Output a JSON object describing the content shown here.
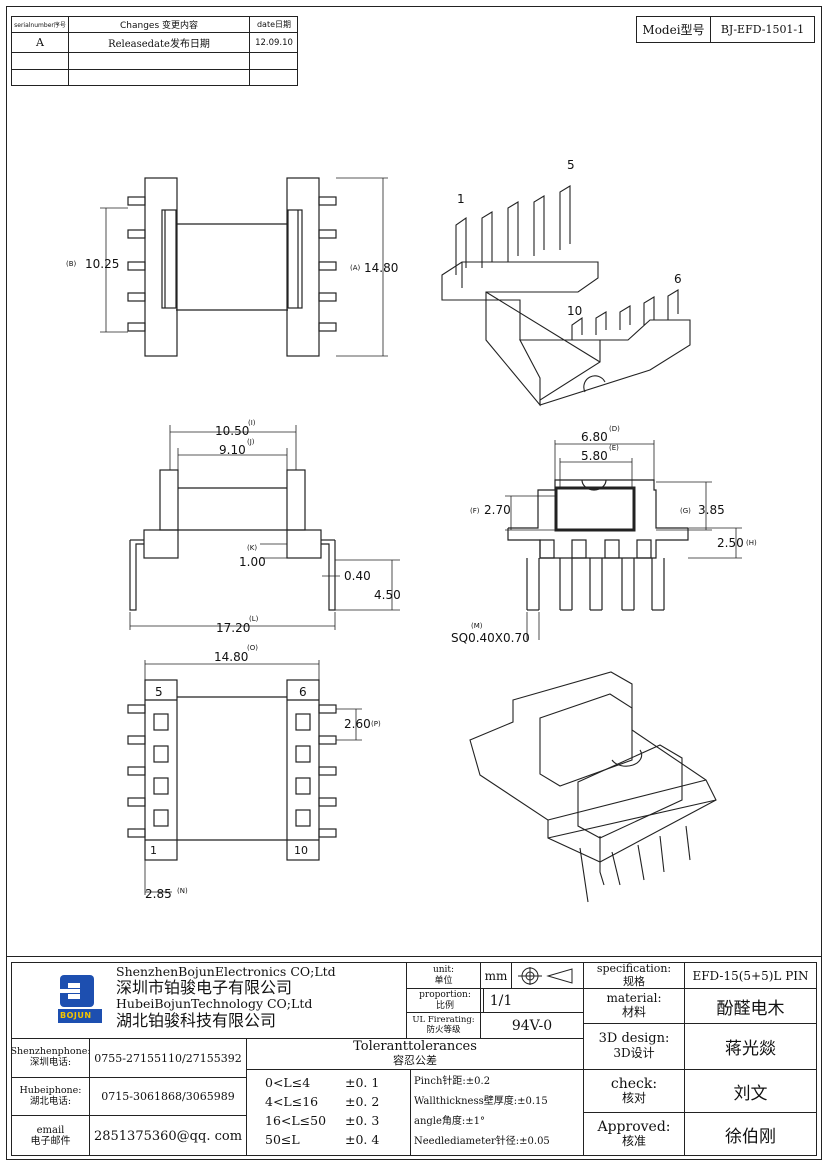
{
  "revision_table": {
    "headers": {
      "serial": "serialnumber序号",
      "changes": "Changes 变更内容",
      "date": "date日期"
    },
    "rows": [
      {
        "serial": "A",
        "changes": "Releasedate发布日期",
        "date": "12.09.10"
      },
      {
        "serial": "",
        "changes": "",
        "date": ""
      },
      {
        "serial": "",
        "changes": "",
        "date": ""
      }
    ]
  },
  "model": {
    "label": "Modei型号",
    "value": "BJ-EFD-1501-1"
  },
  "drawing": {
    "pins_3d_top": [
      "1",
      "5",
      "6",
      "10"
    ],
    "dims": {
      "B": "(B)",
      "B_val": "10.25",
      "A": "(A)",
      "A_val": "14.80",
      "I_val": "10.50",
      "I": "(I)",
      "J_val": "9.10",
      "J": "(J)",
      "K": "(K)",
      "K_val": "1.00",
      "pin_w": "0.40",
      "pin_h": "4.50",
      "L_val": "17.20",
      "L": "(L)",
      "D_val": "6.80",
      "D": "(D)",
      "E_val": "5.80",
      "E": "(E)",
      "F": "(F)",
      "F_val": "2.70",
      "G": "(G)",
      "G_val": "3.85",
      "H_val": "2.50",
      "H": "(H)",
      "M": "(M)",
      "M_val": "SQ0.40X0.70",
      "O_val": "14.80",
      "O": "(O)",
      "P_val": "2.60",
      "P": "(P)",
      "N_val": "2.85",
      "N": "(N)"
    },
    "bottom_view_pins": {
      "tl": "5",
      "tr": "6",
      "bl": "1",
      "br": "10"
    }
  },
  "title_block": {
    "company": {
      "en1": "ShenzhenBojunElectronics CO;Ltd",
      "cn1": "深圳市铂骏电子有限公司",
      "en2": "HubeiBojunTechnology CO;Ltd",
      "cn2": "湖北铂骏科技有限公司",
      "logo_text": "BOJUN"
    },
    "unit": {
      "label_en": "unit:",
      "label_cn": "单位",
      "value": "mm"
    },
    "proportion": {
      "label_en": "proportion:",
      "label_cn": "比例",
      "value": "1/1"
    },
    "ul": {
      "label_en": "UL Firerating:",
      "label_cn": "防火等级",
      "value": "94V-0"
    },
    "specification": {
      "label_en": "specification:",
      "label_cn": "规格",
      "value": "EFD-15(5+5)L PIN"
    },
    "material": {
      "label_en": "material:",
      "label_cn": "材料",
      "value": "酚醛电木"
    },
    "design3d": {
      "label_en": "3D design:",
      "label_cn": "3D设计",
      "value": "蒋光燚"
    },
    "check": {
      "label_en": "check:",
      "label_cn": "核对",
      "value": "刘文"
    },
    "approved": {
      "label_en": "Approved:",
      "label_cn": "核准",
      "value": "徐伯刚"
    },
    "contacts": [
      {
        "label_en": "Shenzhenphone:",
        "label_cn": "深圳电话:",
        "value": "0755-27155110/27155392"
      },
      {
        "label_en": "Hubeiphone:",
        "label_cn": "湖北电话:",
        "value": "0715-3061868/3065989"
      },
      {
        "label_en": "email",
        "label_cn": "电子邮件",
        "value": "2851375360@qq. com"
      }
    ],
    "tolerances": {
      "title_en": "Toleranttolerances",
      "title_cn": "容忍公差",
      "ranges": [
        {
          "range": "0<L≤4",
          "tol": "±0. 1"
        },
        {
          "range": "4<L≤16",
          "tol": "±0. 2"
        },
        {
          "range": "16<L≤50",
          "tol": "±0. 3"
        },
        {
          "range": "50≤L",
          "tol": "±0. 4"
        }
      ],
      "notes": [
        "Pinch针距:±0.2",
        "Wallthickness壁厚度:±0.15",
        "angle角度:±1°",
        "Needlediameter针径:±0.05"
      ]
    }
  }
}
